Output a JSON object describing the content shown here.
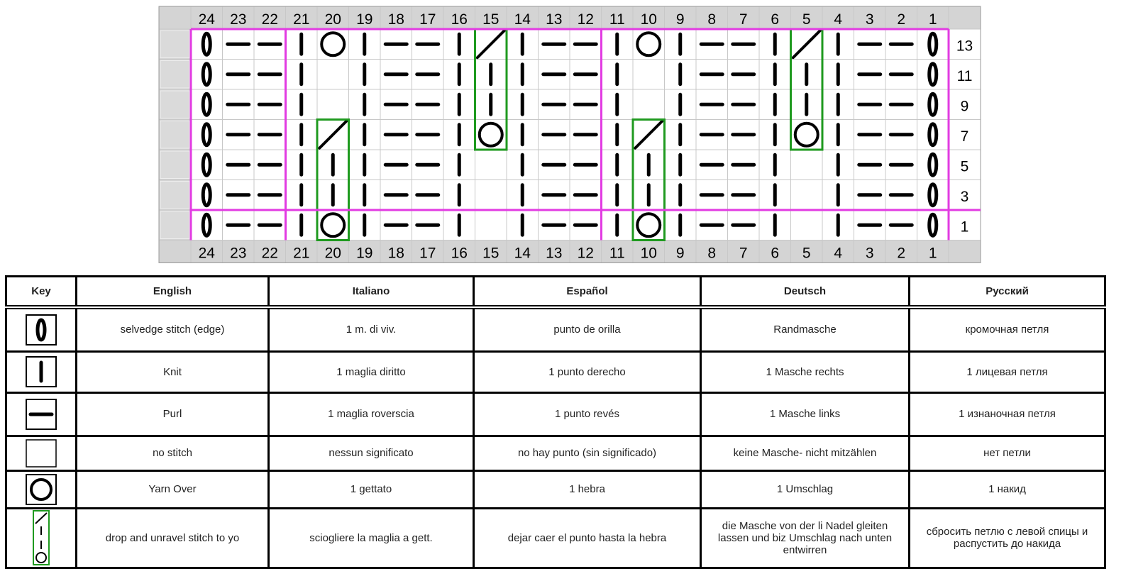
{
  "chart": {
    "column_numbers": [
      "24",
      "23",
      "22",
      "21",
      "20",
      "19",
      "18",
      "17",
      "16",
      "15",
      "14",
      "13",
      "12",
      "11",
      "10",
      "9",
      "8",
      "7",
      "6",
      "5",
      "4",
      "3",
      "2",
      "1"
    ],
    "row_numbers": [
      "13",
      "11",
      "9",
      "7",
      "5",
      "3",
      "1"
    ],
    "rows": [
      [
        "S",
        "P",
        "P",
        "K",
        "YO",
        "K",
        "P",
        "P",
        "K",
        "DROP",
        "K",
        "P",
        "P",
        "K",
        "YO",
        "K",
        "P",
        "P",
        "K",
        "DROP",
        "K",
        "P",
        "P",
        "S"
      ],
      [
        "S",
        "P",
        "P",
        "K",
        "N",
        "K",
        "P",
        "P",
        "K",
        "K",
        "K",
        "P",
        "P",
        "K",
        "N",
        "K",
        "P",
        "P",
        "K",
        "K",
        "K",
        "P",
        "P",
        "S"
      ],
      [
        "S",
        "P",
        "P",
        "K",
        "N",
        "K",
        "P",
        "P",
        "K",
        "K",
        "K",
        "P",
        "P",
        "K",
        "N",
        "K",
        "P",
        "P",
        "K",
        "K",
        "K",
        "P",
        "P",
        "S"
      ],
      [
        "S",
        "P",
        "P",
        "K",
        "DROP",
        "K",
        "P",
        "P",
        "K",
        "YO",
        "K",
        "P",
        "P",
        "K",
        "DROP",
        "K",
        "P",
        "P",
        "K",
        "YO",
        "K",
        "P",
        "P",
        "S"
      ],
      [
        "S",
        "P",
        "P",
        "K",
        "K",
        "K",
        "P",
        "P",
        "K",
        "N",
        "K",
        "P",
        "P",
        "K",
        "K",
        "K",
        "P",
        "P",
        "K",
        "N",
        "K",
        "P",
        "P",
        "S"
      ],
      [
        "S",
        "P",
        "P",
        "K",
        "K",
        "K",
        "P",
        "P",
        "K",
        "N",
        "K",
        "P",
        "P",
        "K",
        "K",
        "K",
        "P",
        "P",
        "K",
        "N",
        "K",
        "P",
        "P",
        "S"
      ],
      [
        "S",
        "P",
        "P",
        "K",
        "YO",
        "K",
        "P",
        "P",
        "K",
        "N",
        "K",
        "P",
        "P",
        "K",
        "YO",
        "K",
        "P",
        "P",
        "K",
        "N",
        "K",
        "P",
        "P",
        "S"
      ]
    ],
    "colors": {
      "repeat_outline": "#e23be2",
      "drop_outline": "#1f9a1f",
      "grid_line": "#c8c8c8",
      "header_fill": "#d4d4d4"
    }
  },
  "legend": {
    "headers": [
      "Key",
      "English",
      "Italiano",
      "Español",
      "Deutsch",
      "Русский"
    ],
    "rows": [
      {
        "symbol": "selvedge-icon",
        "cells": [
          "selvedge stitch (edge)",
          "1 m. di viv.",
          "punto de orilla",
          "Randmasche",
          "кромочная петля"
        ]
      },
      {
        "symbol": "knit-icon",
        "cells": [
          "Knit",
          "1 maglia  diritto",
          "1 punto derecho",
          "1 Masche rechts",
          "1 лицевая петля"
        ]
      },
      {
        "symbol": "purl-icon",
        "cells": [
          "Purl",
          "1 maglia roverscia",
          "1 punto revés",
          "1 Masche links",
          "1 изнаночная петля"
        ]
      },
      {
        "symbol": "no-stitch-icon",
        "cells": [
          "no stitch",
          "nessun significato",
          "no hay punto (sin significado)",
          "keine Masche- nicht mitzählen",
          "нет петли"
        ]
      },
      {
        "symbol": "yarn-over-icon",
        "cells": [
          "Yarn Over",
          "1 gettato",
          "1 hebra",
          "1 Umschlag",
          "1 накид"
        ]
      },
      {
        "symbol": "drop-stitch-icon",
        "cells": [
          "drop and unravel stitch to yo",
          "sciogliere la maglia a gett.",
          "dejar caer el punto hasta la hebra",
          "die Masche von der li Nadel gleiten lassen und biz Umschlag nach unten entwirren",
          "сбросить петлю с левой спицы и распустить до накида"
        ]
      }
    ]
  }
}
